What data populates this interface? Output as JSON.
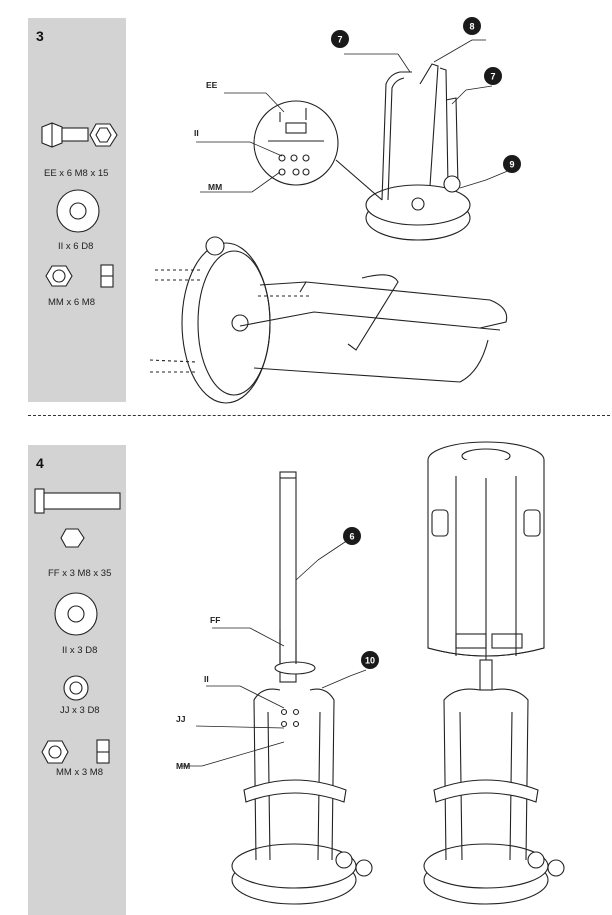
{
  "step3": {
    "number": "3",
    "parts": [
      {
        "label": "EE x 6 M8 x 15"
      },
      {
        "label": "II x 6 D8"
      },
      {
        "label": "MM x 6 M8"
      }
    ],
    "callouts": {
      "ee": "EE",
      "ii": "II",
      "mm": "MM"
    },
    "badges": [
      "7",
      "8",
      "7",
      "9"
    ]
  },
  "step4": {
    "number": "4",
    "parts": [
      {
        "label": "FF x 3 M8 x 35"
      },
      {
        "label": "II x 3 D8"
      },
      {
        "label": "JJ x 3 D8"
      },
      {
        "label": "MM x 3 M8"
      }
    ],
    "callouts": {
      "ff": "FF",
      "ii": "II",
      "jj": "JJ",
      "mm": "MM"
    },
    "badges": [
      "6",
      "10"
    ]
  },
  "colors": {
    "panel": "#d3d3d3",
    "line": "#222222",
    "badge": "#1a1a1a"
  }
}
